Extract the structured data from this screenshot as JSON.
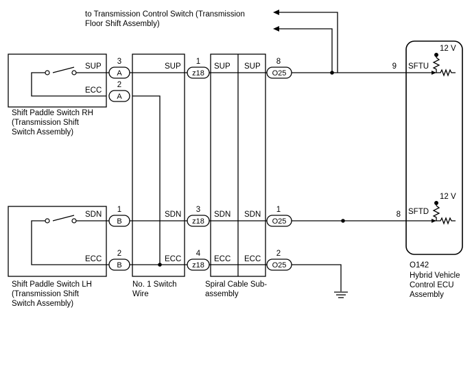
{
  "top_note": [
    "to Transmission Control Switch (Transmission",
    "Floor Shift Assembly)"
  ],
  "switch_rh": {
    "caption": [
      "Shift Paddle Switch RH",
      "(Transmission Shift",
      "Switch Assembly)"
    ],
    "sup": "SUP",
    "ecc": "ECC",
    "pin_sup": "3",
    "pin_ecc": "2",
    "conn_sup": "A",
    "conn_ecc": "A"
  },
  "switch_lh": {
    "caption": [
      "Shift Paddle Switch LH",
      "(Transmission Shift",
      "Switch Assembly)"
    ],
    "sdn": "SDN",
    "ecc": "ECC",
    "pin_sdn": "1",
    "pin_ecc": "2",
    "conn_sdn": "B",
    "conn_ecc": "B"
  },
  "switch_wire": {
    "caption": [
      "No. 1 Switch",
      "Wire"
    ],
    "sup": "SUP",
    "sdn": "SDN",
    "ecc": "ECC"
  },
  "spiral": {
    "caption": [
      "Spiral Cable Sub-",
      "assembly"
    ],
    "left": {
      "sup": "SUP",
      "sdn": "SDN",
      "ecc": "ECC"
    },
    "right": {
      "sup": "SUP",
      "sdn": "SDN",
      "ecc": "ECC"
    },
    "z_pins": {
      "sup": "1",
      "sdn": "3",
      "ecc": "4"
    },
    "z_conn": "z18",
    "o_pins": {
      "sup": "8",
      "sdn": "1",
      "ecc": "2"
    },
    "o_conn": "O25"
  },
  "ecu": {
    "code": "O142",
    "caption": [
      "Hybrid Vehicle",
      "Control ECU",
      "Assembly"
    ],
    "voltage": "12 V",
    "sftu_pin": "9",
    "sftu": "SFTU",
    "sftd_pin": "8",
    "sftd": "SFTD"
  }
}
